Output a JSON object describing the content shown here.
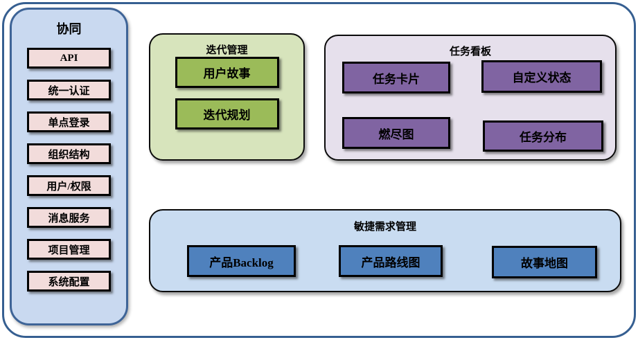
{
  "sidebar": {
    "title": "协同",
    "items": [
      "API",
      "统一认证",
      "单点登录",
      "组织结构",
      "用户/权限",
      "消息服务",
      "项目管理",
      "系统配置"
    ],
    "fill": "#C9D9F0",
    "border_color": "#3E6497",
    "item_fill": "#F2DCDB"
  },
  "iteration": {
    "title": "迭代管理",
    "items": [
      "用户故事",
      "迭代规划"
    ],
    "fill": "#D7E4BC",
    "item_fill": "#9BBB59"
  },
  "taskboard": {
    "title": "任务看板",
    "items": [
      "任务卡片",
      "自定义状态",
      "燃尽图",
      "任务分布"
    ],
    "fill": "#E6E0EC",
    "item_fill": "#8064A2"
  },
  "agile": {
    "title": "敏捷需求管理",
    "items": [
      "产品Backlog",
      "产品路线图",
      "故事地图"
    ],
    "fill": "#C9DCF1",
    "item_fill": "#4F81BD"
  },
  "frame": {
    "border_color": "#365F91",
    "background": "#FFFFFF"
  }
}
